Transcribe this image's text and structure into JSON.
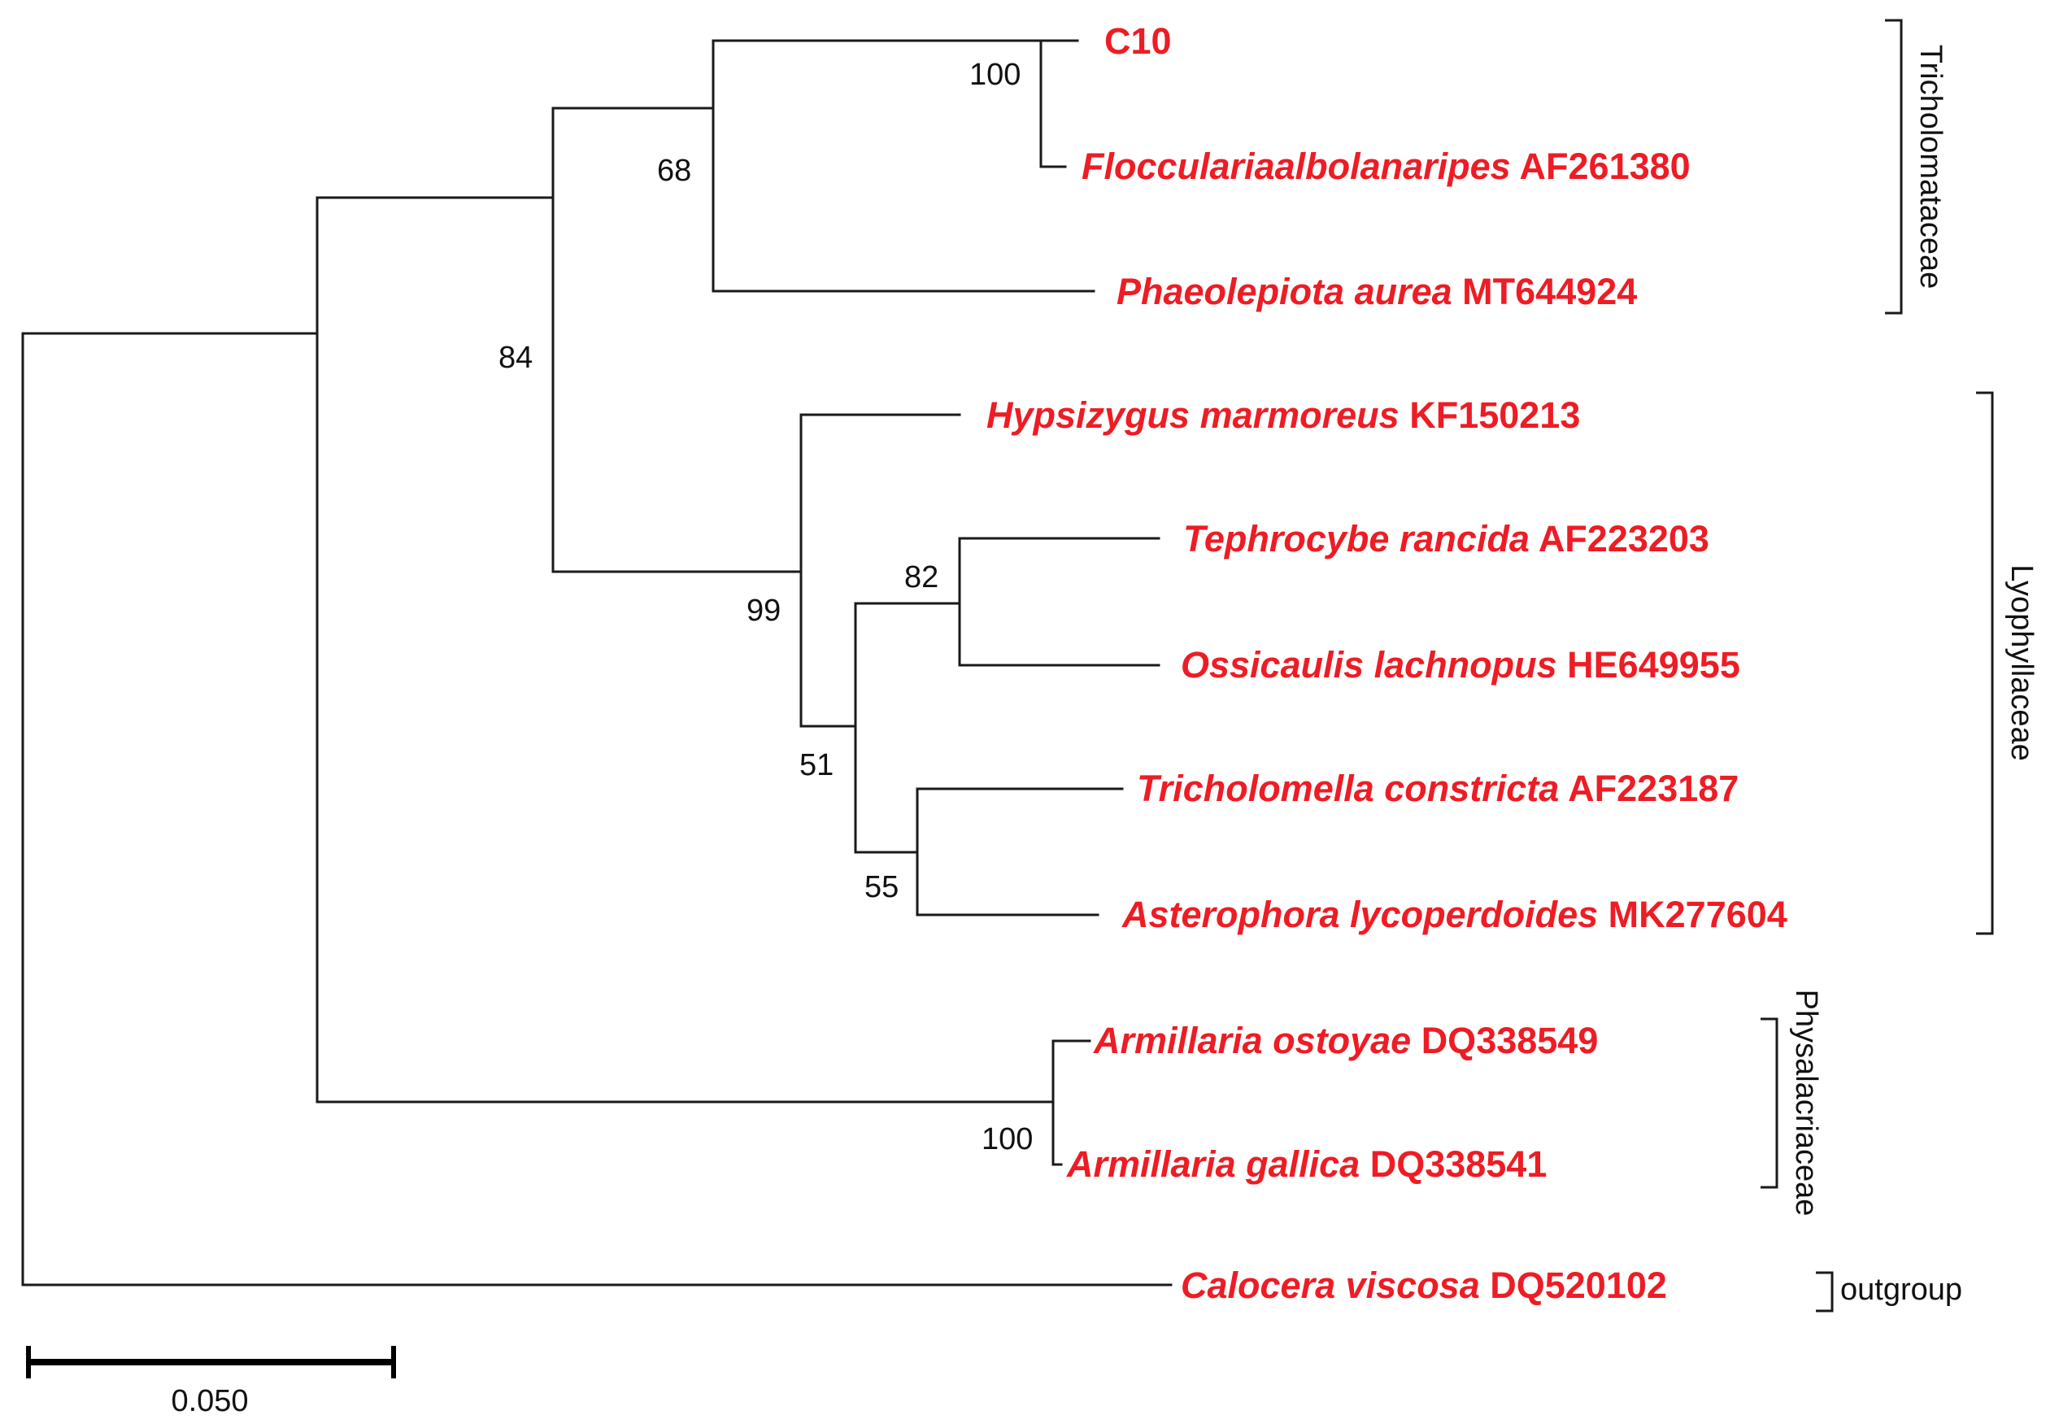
{
  "tree": {
    "taxa": [
      {
        "species": "",
        "accession": "C10"
      },
      {
        "species": "Flocculariaalbolanaripes",
        "accession": "AF261380"
      },
      {
        "species": "Phaeolepiota aurea",
        "accession": "MT644924"
      },
      {
        "species": "Hypsizygus marmoreus",
        "accession": "KF150213"
      },
      {
        "species": "Tephrocybe rancida",
        "accession": "AF223203"
      },
      {
        "species": "Ossicaulis lachnopus",
        "accession": "HE649955"
      },
      {
        "species": "Tricholomella constricta",
        "accession": "AF223187"
      },
      {
        "species": "Asterophora lycoperdoides",
        "accession": "MK277604"
      },
      {
        "species": "Armillaria ostoyae",
        "accession": "DQ338549"
      },
      {
        "species": "Armillaria gallica",
        "accession": "DQ338541"
      },
      {
        "species": "Calocera viscosa",
        "accession": "DQ520102"
      }
    ],
    "support_values": [
      "100",
      "68",
      "84",
      "99",
      "82",
      "51",
      "55",
      "100"
    ],
    "groups": [
      "Tricholomataceae",
      "Lyophyllaceae",
      "Physalacriaceae",
      "outgroup"
    ],
    "scale": {
      "value": "0.050"
    }
  },
  "colors": {
    "taxon": "#ee1c24",
    "lines": "#1a1a1a"
  }
}
